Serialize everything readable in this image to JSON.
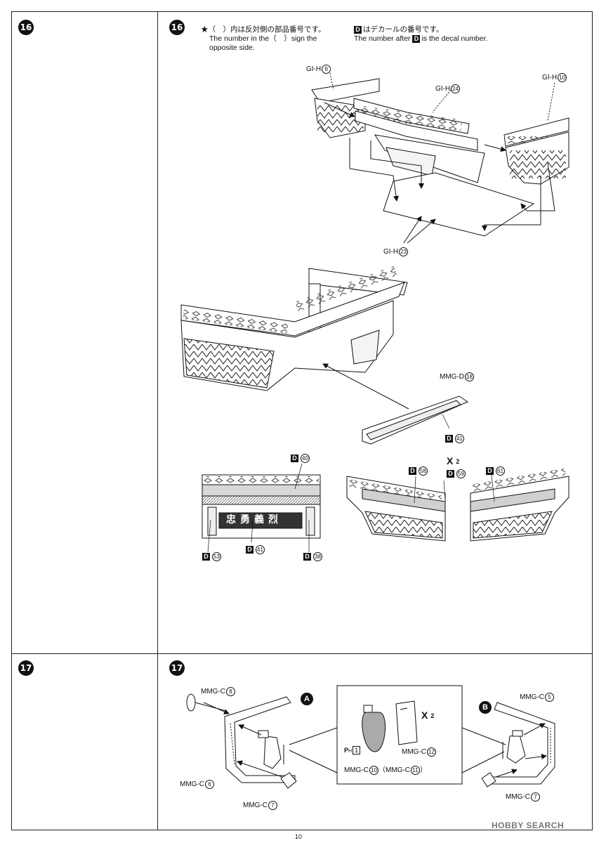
{
  "steps": {
    "s16": {
      "number": "16"
    },
    "s17": {
      "number": "17"
    }
  },
  "notes": {
    "star_jp": "★（　）内は反対側の部品番号です。",
    "star_en1": "The number in the（　）sign the",
    "star_en2": "opposite side.",
    "decal_letter": "D",
    "decal_jp": "はデカールの番号です。",
    "decal_en_pre": "The number after",
    "decal_en_post": "is the decal number."
  },
  "step16_labels": {
    "gih9": {
      "code": "GI-H",
      "num": "9"
    },
    "gih24": {
      "code": "GI-H",
      "num": "24"
    },
    "gih10": {
      "code": "GI-H",
      "num": "10"
    },
    "gih23": {
      "code": "GI-H",
      "num": "23"
    },
    "mmgd18": {
      "code": "MMG-D",
      "num": "18"
    },
    "d41a": {
      "num": "41"
    },
    "d40": {
      "num": "40"
    },
    "d53": {
      "num": "53"
    },
    "d41b": {
      "num": "41"
    },
    "d38": {
      "num": "38"
    },
    "d58": {
      "num": "58"
    },
    "d59": {
      "num": "59"
    },
    "d61": {
      "num": "61"
    },
    "x_count": "2"
  },
  "step17_labels": {
    "letter_a": "A",
    "letter_b": "B",
    "mmgc8": {
      "code": "MMG-C",
      "num": "8"
    },
    "mmgc6": {
      "code": "MMG-C",
      "num": "6"
    },
    "mmgc7a": {
      "code": "MMG-C",
      "num": "7"
    },
    "mmgc5": {
      "code": "MMG-C",
      "num": "5"
    },
    "mmgc7b": {
      "code": "MMG-C",
      "num": "7"
    },
    "mmgc12": {
      "code": "MMG-C",
      "num": "12"
    },
    "mmgc10": {
      "code": "MMG-C",
      "num": "10"
    },
    "mmgc11": {
      "code": "MMG-C",
      "num": "11"
    },
    "ph": "P",
    "ph_sub": "H",
    "ph_num": "1",
    "x_count": "2"
  },
  "plaque_text": "忠勇義烈",
  "page_number": "10",
  "watermark": "HOBBY SEARCH",
  "icons": [
    "step-number-icon",
    "decal-icon",
    "repeat-x-icon",
    "arrow-icon"
  ]
}
